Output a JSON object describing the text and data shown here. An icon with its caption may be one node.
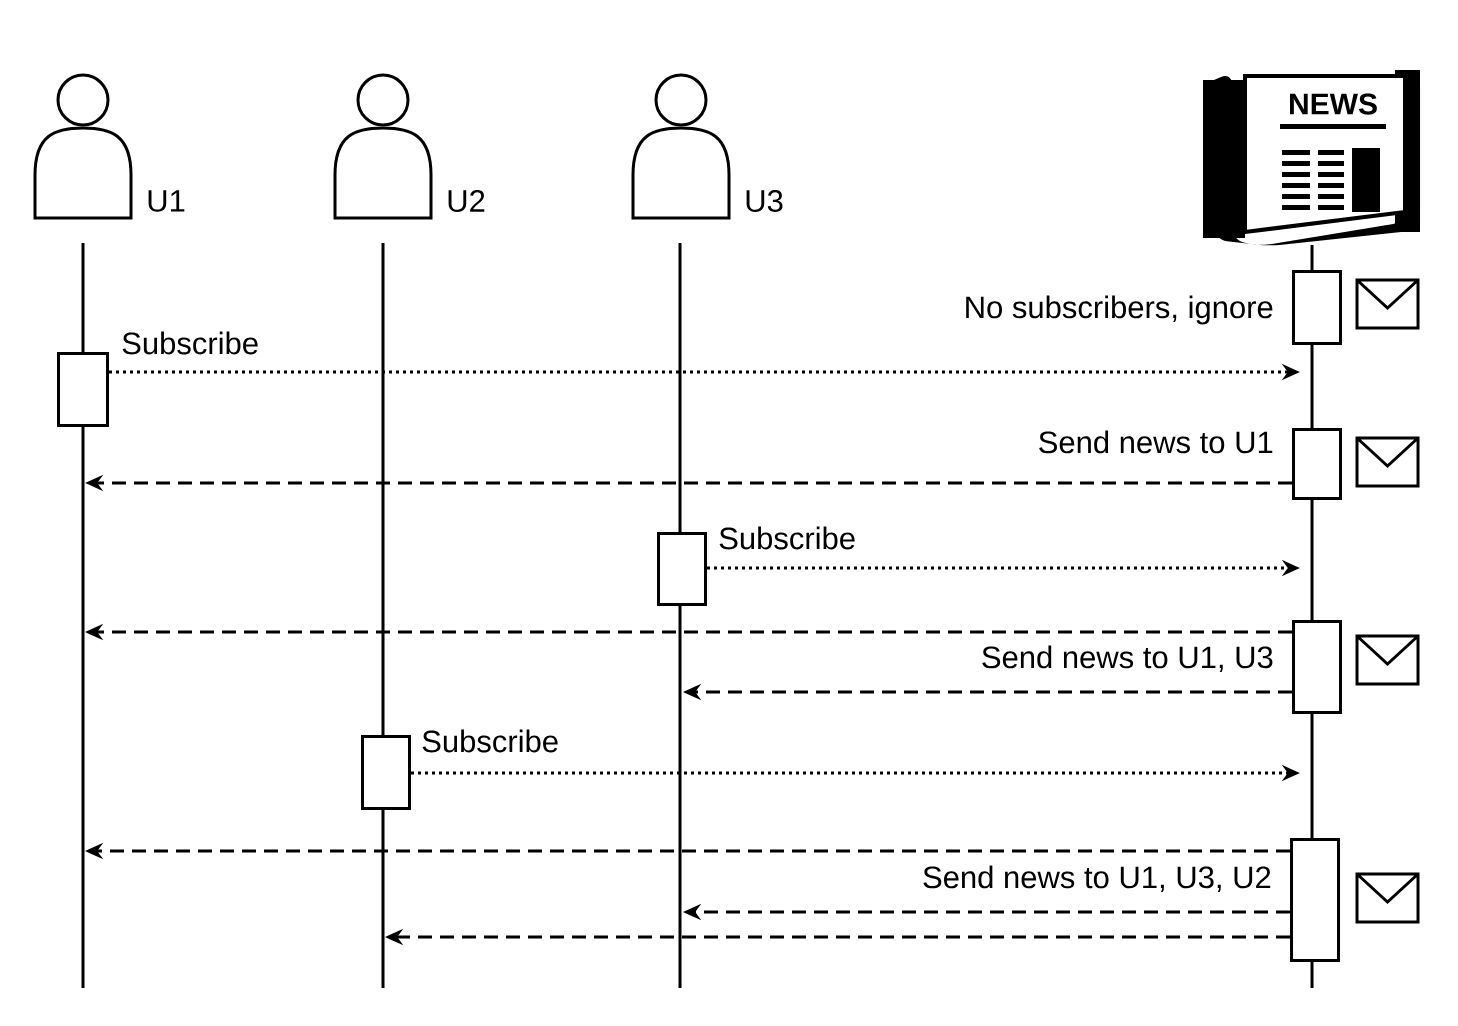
{
  "diagram": {
    "nodes": [
      {
        "text": [],
        "shape": "person",
        "beside": [
          "U1"
        ]
      },
      {
        "text": [],
        "shape": "person",
        "beside": [
          "U2"
        ]
      },
      {
        "text": [],
        "shape": "person",
        "beside": [
          "U3"
        ]
      },
      {
        "text": [
          "NEWS"
        ]
      },
      {
        "text": [],
        "shape": "box",
        "beside": [
          "No subscribers, ignore"
        ]
      },
      {
        "text": [],
        "shape": "box"
      },
      {
        "text": [],
        "shape": "box",
        "beside": [
          "Send news to U1"
        ]
      },
      {
        "text": [],
        "shape": "box"
      },
      {
        "text": [],
        "shape": "box",
        "beside": [
          "Send news to U1, U3"
        ]
      },
      {
        "text": [],
        "shape": "box"
      },
      {
        "text": [],
        "shape": "box",
        "beside": [
          "Send news to U1, U3, U2"
        ]
      }
    ],
    "edges": [
      {
        "from": 5,
        "to": null,
        "arrow": "to",
        "label": "Subscribe"
      },
      {
        "from": 6,
        "to": null,
        "arrow": "to",
        "style": "dashed"
      },
      {
        "from": 7,
        "to": null,
        "arrow": "to",
        "label": "Subscribe"
      },
      {
        "from": 8,
        "to": null,
        "arrow": "to",
        "style": "dashed"
      },
      {
        "from": 8,
        "to": null,
        "arrow": "to",
        "style": "dashed"
      },
      {
        "from": 9,
        "to": null,
        "arrow": "to",
        "label": "Subscribe"
      },
      {
        "from": 10,
        "to": null,
        "arrow": "to",
        "style": "dashed"
      },
      {
        "from": 10,
        "to": null,
        "arrow": "to",
        "style": "dashed"
      },
      {
        "from": 10,
        "to": null,
        "arrow": "to",
        "style": "dashed"
      }
    ]
  }
}
